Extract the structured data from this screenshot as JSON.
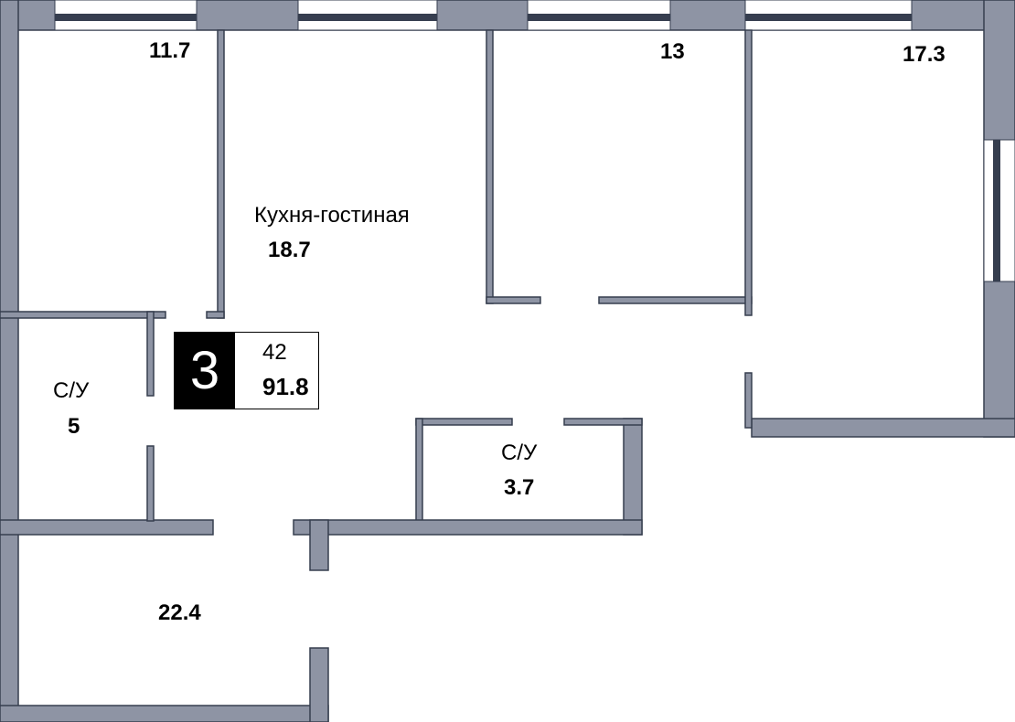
{
  "plan": {
    "colors": {
      "wall": "#8e94a4",
      "outline": "#363e4f",
      "window_bar": "#363e4f",
      "background": "#ffffff"
    },
    "summary": {
      "rooms": "3",
      "unit_number": "42",
      "total_area": "91.8"
    },
    "rooms": [
      {
        "id": "bedroom-1",
        "name": "",
        "area": "11.7"
      },
      {
        "id": "kitchen-living",
        "name": "Кухня-гостиная",
        "area": "18.7"
      },
      {
        "id": "bedroom-2",
        "name": "",
        "area": "13"
      },
      {
        "id": "bedroom-3",
        "name": "",
        "area": "17.3"
      },
      {
        "id": "bathroom-1",
        "name": "С/У",
        "area": "5"
      },
      {
        "id": "bathroom-2",
        "name": "С/У",
        "area": "3.7"
      },
      {
        "id": "room-bottom",
        "name": "",
        "area": "22.4"
      }
    ]
  }
}
